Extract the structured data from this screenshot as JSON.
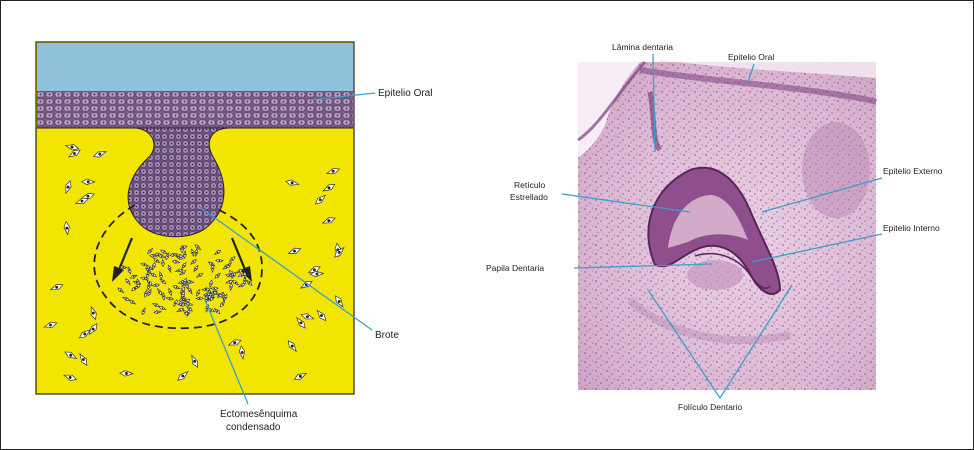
{
  "left_diagram": {
    "labels": {
      "epitelio_oral": "Epitelio Oral",
      "brote": "Brote",
      "ectomesenquima_line1": "Ectomesênquima",
      "ectomesenquima_line2": "condensado"
    },
    "colors": {
      "oral_cavity": "#8fc3dc",
      "epithelium": "#7a5a86",
      "mesenchyme": "#f2e600",
      "leader": "#3a9fc9"
    }
  },
  "right_micrograph": {
    "labels": {
      "lamina_dentaria": "Lâmina dentaria",
      "epitelio_oral": "Epitelio Oral",
      "epitelio_externo": "Epitelio Externo",
      "reticulo_line1": "Retículo",
      "reticulo_line2": "Estrellado",
      "epitelio_interno": "Epitelio Interno",
      "papila_dentaria": "Papila Dentaria",
      "foliculo_dentario": "Folículo Dentario"
    },
    "colors": {
      "tissue": "#e7c9df",
      "stain_dark": "#6a2f6e",
      "leader": "#3a9fc9"
    }
  }
}
